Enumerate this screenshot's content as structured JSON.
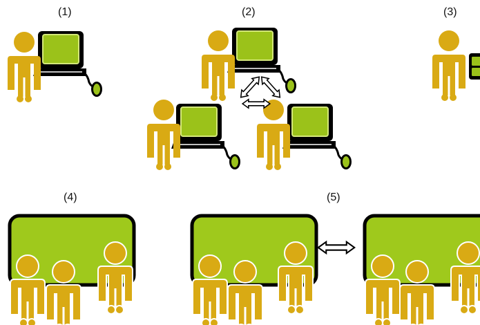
{
  "panels": [
    {
      "id": "p1",
      "label": "(1)"
    },
    {
      "id": "p2",
      "label": "(2)"
    },
    {
      "id": "p3",
      "label": "(3)"
    },
    {
      "id": "p4",
      "label": "(4)"
    },
    {
      "id": "p5",
      "label": "(5)"
    }
  ],
  "colors": {
    "background": "#ffffff",
    "person_fill": "#d9aa14",
    "person_stroke": "#ffffff",
    "screen_fill": "#9bc21a",
    "board_fill": "#9fc91c",
    "device_outline": "#000000",
    "arrow_fill": "#ffffff",
    "arrow_stroke": "#000000"
  },
  "icons": [
    "person-icon",
    "computer-icon",
    "mobile-device-icon",
    "large-display-icon",
    "double-arrow-icon"
  ]
}
